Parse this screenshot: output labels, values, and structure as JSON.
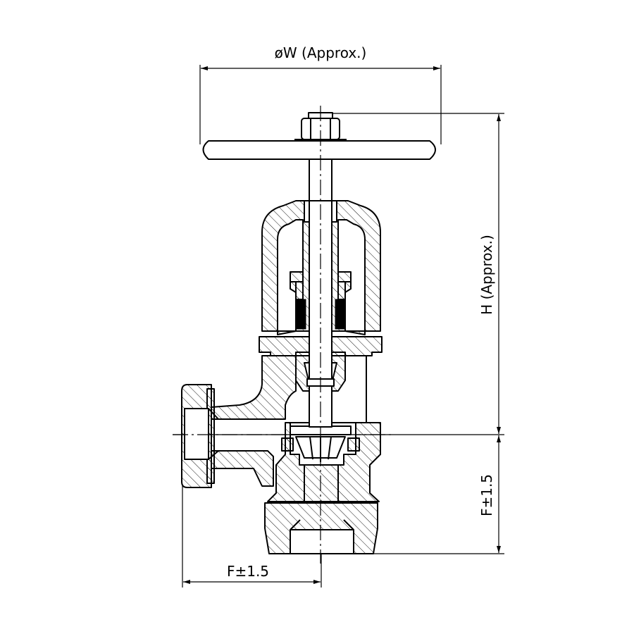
{
  "drawing": {
    "dim_handwheel_diameter": "øW  (Approx.)",
    "dim_height": "H  (Approx.)",
    "dim_outlet_vertical": "F±1.5",
    "dim_inlet_horizontal": "F±1.5"
  },
  "colors": {
    "line": "#000000",
    "background": "#ffffff"
  }
}
